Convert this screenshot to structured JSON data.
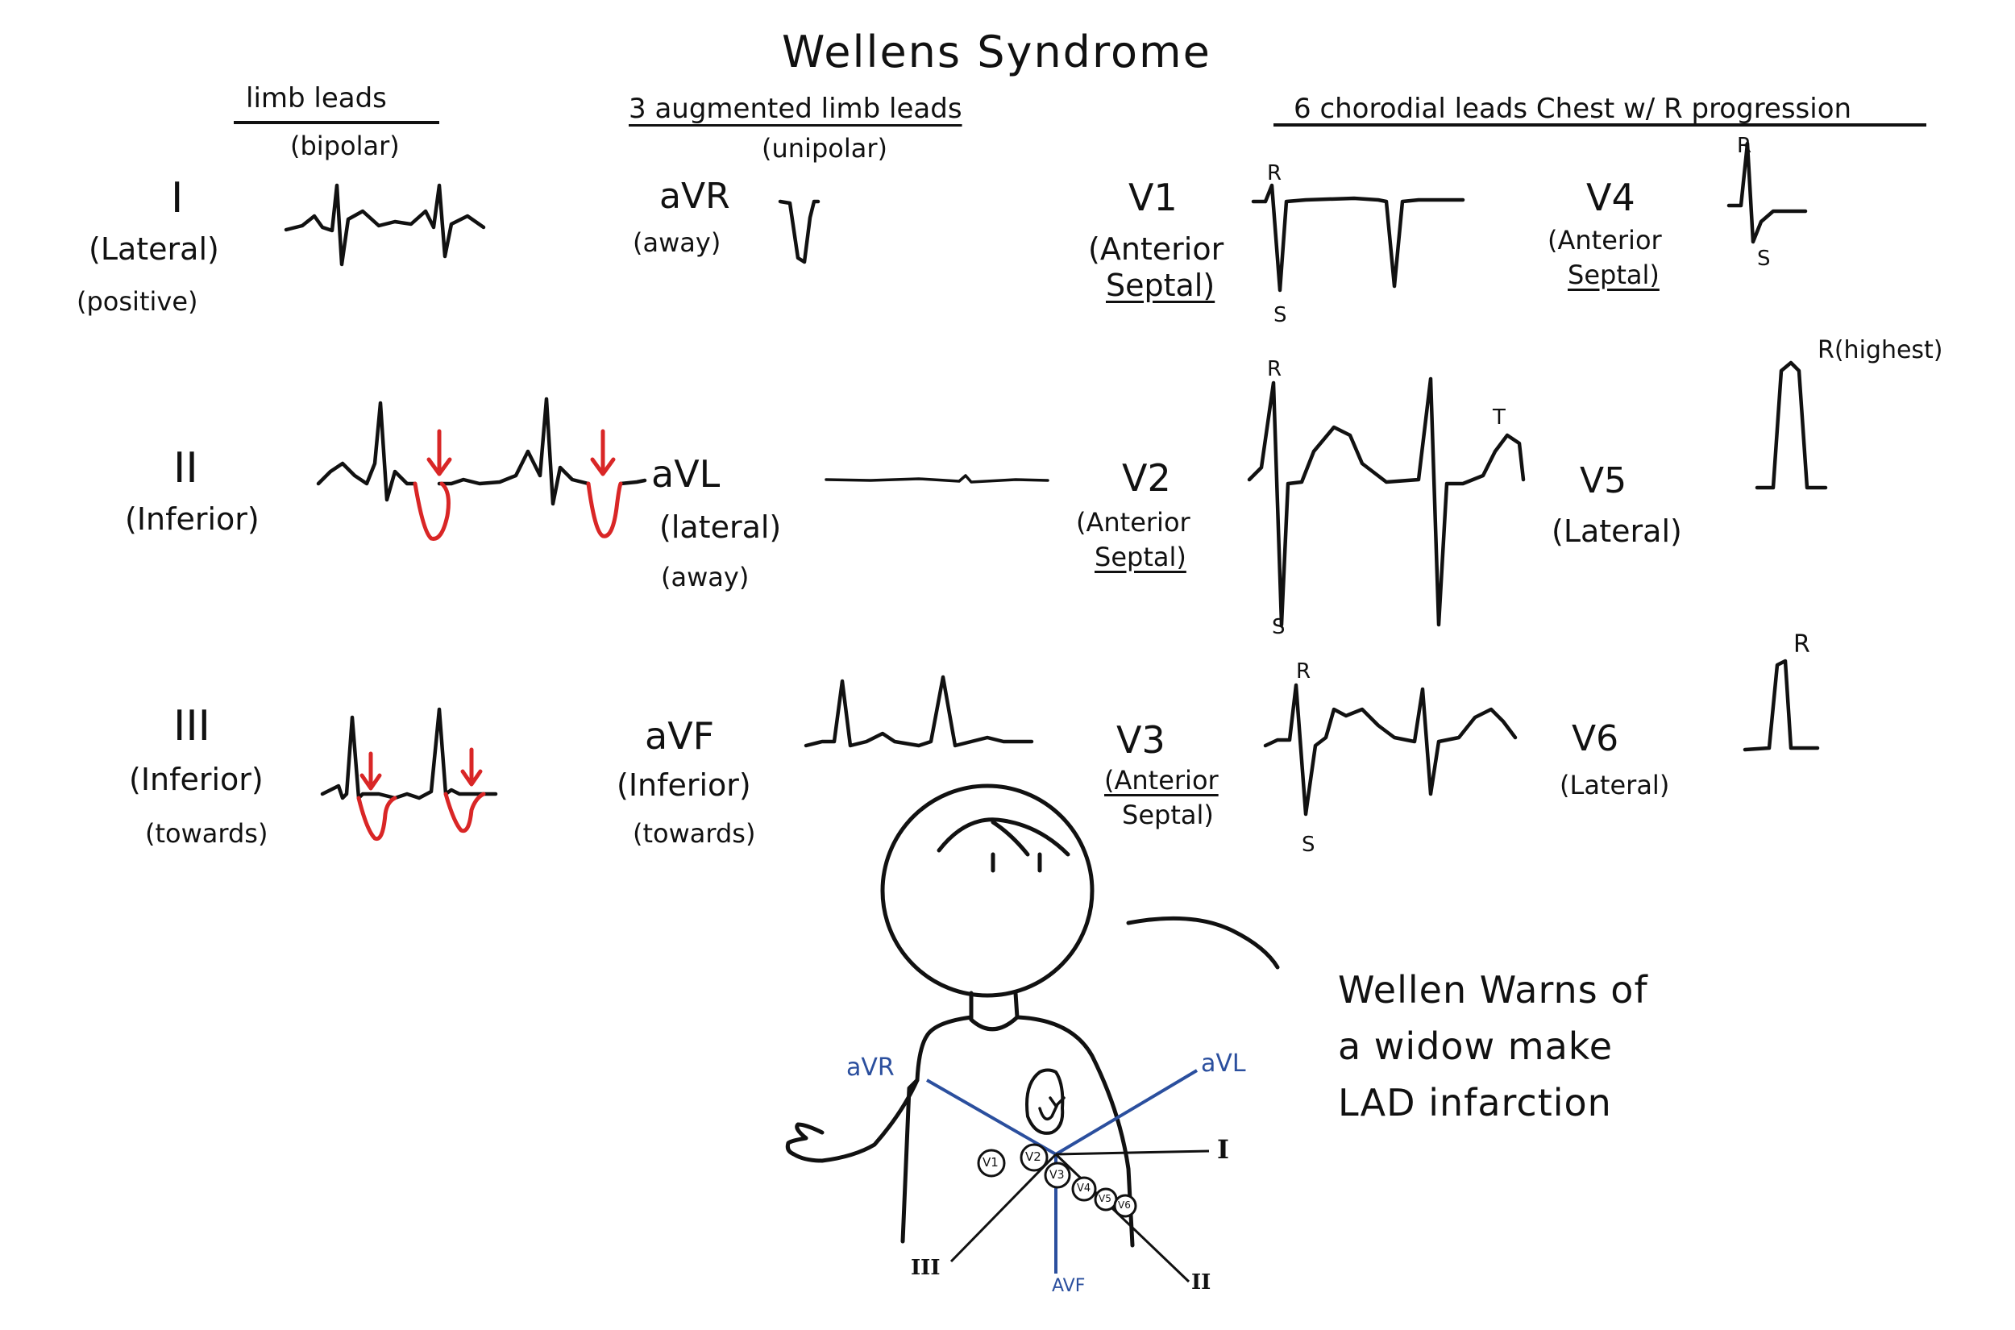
{
  "title": "Wellens Syndrome",
  "headers": {
    "limb": "limb leads",
    "limb_sub": "(bipolar)",
    "augmented": "3 augmented limb leads",
    "augmented_sub": "(unipolar)",
    "chest": "6 chorodial leads Chest w/ R progression"
  },
  "leads": {
    "I": {
      "name": "I",
      "desc1": "(Lateral)",
      "desc2": "(positive)"
    },
    "II": {
      "name": "II",
      "desc1": "(Inferior)"
    },
    "III": {
      "name": "III",
      "desc1": "(Inferior)",
      "desc2": "(towards)"
    },
    "aVR": {
      "name": "aVR",
      "desc1": "(away)"
    },
    "aVL": {
      "name": "aVL",
      "desc1": "(lateral)",
      "desc2": "(away)"
    },
    "aVF": {
      "name": "aVF",
      "desc1": "(Inferior)",
      "desc2": "(towards)"
    },
    "V1": {
      "name": "V1",
      "desc1": "(Anterior",
      "desc2": "Septal)"
    },
    "V2": {
      "name": "V2",
      "desc1": "(Anterior",
      "desc2": "Septal)"
    },
    "V3": {
      "name": "V3",
      "desc1": "(Anterior",
      "desc2": "Septal)"
    },
    "V4": {
      "name": "V4",
      "desc1": "(Anterior",
      "desc2": "Septal)"
    },
    "V5": {
      "name": "V5",
      "desc1": "(Lateral)"
    },
    "V6": {
      "name": "V6",
      "desc1": "(Lateral)"
    }
  },
  "wave_labels": {
    "R": "R",
    "S": "S",
    "T": "T",
    "R_highest": "R(highest)"
  },
  "figure": {
    "axes": {
      "aVR": "aVR",
      "aVL": "aVL",
      "aVF": "AVF",
      "I": "I",
      "II": "II",
      "III": "III"
    },
    "electrodes": [
      "V1",
      "V2",
      "V3",
      "V4",
      "V5",
      "V6"
    ]
  },
  "caption": {
    "line1": "Wellen Warns of",
    "line2": "a widow make",
    "line3": "LAD infarction"
  },
  "colors": {
    "ink": "#111111",
    "red_wave": "#d92626",
    "axis_blue": "#2b4f9e"
  }
}
